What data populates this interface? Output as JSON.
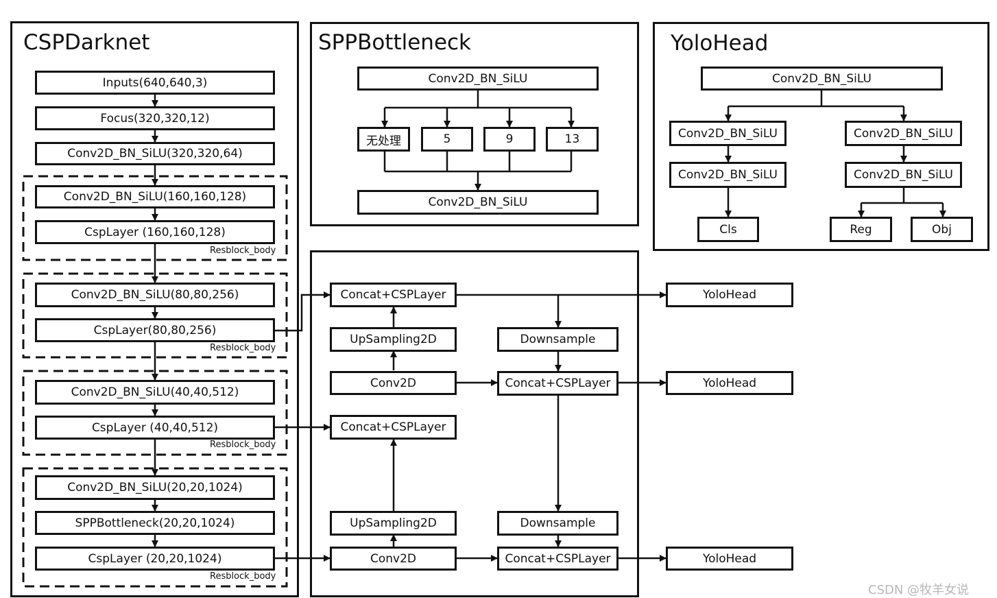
{
  "panels": {
    "cspdarknet": "CSPDarknet",
    "sppbottleneck": "SPPBottleneck",
    "yolohead": "YoloHead"
  },
  "backbone": {
    "inputs": "Inputs(640,640,3)",
    "focus": "Focus(320,320,12)",
    "conv_stem": "Conv2D_BN_SiLU(320,320,64)",
    "resblocks": [
      {
        "conv": "Conv2D_BN_SiLU(160,160,128)",
        "csp": "CspLayer (160,160,128)",
        "label": "Resblock_body"
      },
      {
        "conv": "Conv2D_BN_SiLU(80,80,256)",
        "csp": "CspLayer(80,80,256)",
        "label": "Resblock_body"
      },
      {
        "conv": "Conv2D_BN_SiLU(40,40,512)",
        "csp": "CspLayer (40,40,512)",
        "label": "Resblock_body"
      },
      {
        "conv": "Conv2D_BN_SiLU(20,20,1024)",
        "spp": "SPPBottleneck(20,20,1024)",
        "csp": "CspLayer (20,20,1024)",
        "label": "Resblock_body"
      }
    ]
  },
  "spp": {
    "conv_top": "Conv2D_BN_SiLU",
    "branches": [
      "无处理",
      "5",
      "9",
      "13"
    ],
    "conv_bottom": "Conv2D_BN_SiLU"
  },
  "head": {
    "conv_top": "Conv2D_BN_SiLU",
    "left1": "Conv2D_BN_SiLU",
    "left2": "Conv2D_BN_SiLU",
    "right1": "Conv2D_BN_SiLU",
    "right2": "Conv2D_BN_SiLU",
    "cls": "Cls",
    "reg": "Reg",
    "obj": "Obj"
  },
  "neck": {
    "concat_top": "Concat+CSPLayer",
    "upsample_top": "UpSampling2D",
    "conv_mid": "Conv2D",
    "concat_mid": "Concat+CSPLayer",
    "upsample_bottom": "UpSampling2D",
    "conv_bottom": "Conv2D",
    "downsample_top": "Downsample",
    "concat_pan_mid": "Concat+CSPLayer",
    "downsample_bottom": "Downsample",
    "concat_pan_bottom": "Concat+CSPLayer"
  },
  "outputs": [
    "YoloHead",
    "YoloHead",
    "YoloHead"
  ],
  "watermark": "CSDN @牧羊女说"
}
